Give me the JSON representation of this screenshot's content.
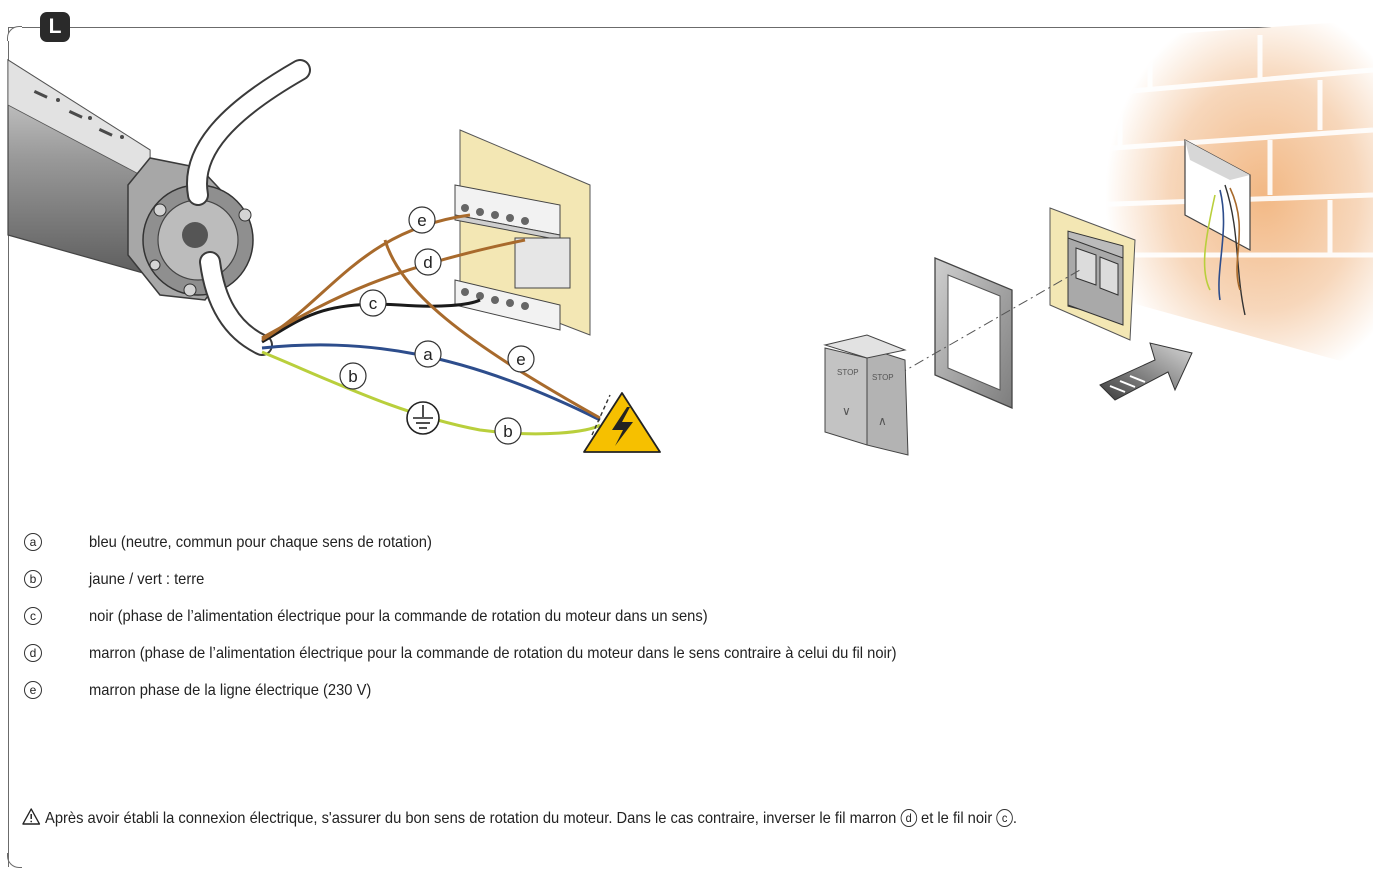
{
  "section": {
    "badge_label": "L"
  },
  "diagram": {
    "wire_labels": {
      "a": "a",
      "b": "b",
      "c": "c",
      "d": "d",
      "e": "e"
    },
    "switch_button_labels": {
      "left_top": "STOP",
      "right_top": "STOP",
      "left_arrow": "∨",
      "right_arrow": "∧"
    },
    "colors": {
      "blue_wire": "#2d4d8c",
      "earth_wire": "#b9cf3c",
      "black_wire": "#1a1a1a",
      "brown_wire": "#a86a2c",
      "hazard_yellow": "#f6c000",
      "switch_plate": "#f3e7b4",
      "wall_brick": "#f4c9a3"
    }
  },
  "legend": [
    {
      "marker": "a",
      "text": "bleu (neutre, commun pour chaque sens de rotation)"
    },
    {
      "marker": "b",
      "text": "jaune / vert : terre"
    },
    {
      "marker": "c",
      "text": "noir (phase de l’alimentation électrique pour la commande de rotation du moteur dans un sens)"
    },
    {
      "marker": "d",
      "text": "marron (phase de l’alimentation électrique pour la commande de rotation du moteur dans le sens contraire à celui du fil noir)"
    },
    {
      "marker": "e",
      "text": "marron phase de la ligne électrique (230 V)"
    }
  ],
  "warning": {
    "icon": "warning-triangle-icon",
    "text_before": "Après avoir établi la connexion électrique, s'assurer du bon sens de rotation du moteur. Dans le cas contraire, inverser le fil marron",
    "marker_1": "d",
    "text_middle": "et le fil noir",
    "marker_2": "c",
    "text_after": "."
  }
}
